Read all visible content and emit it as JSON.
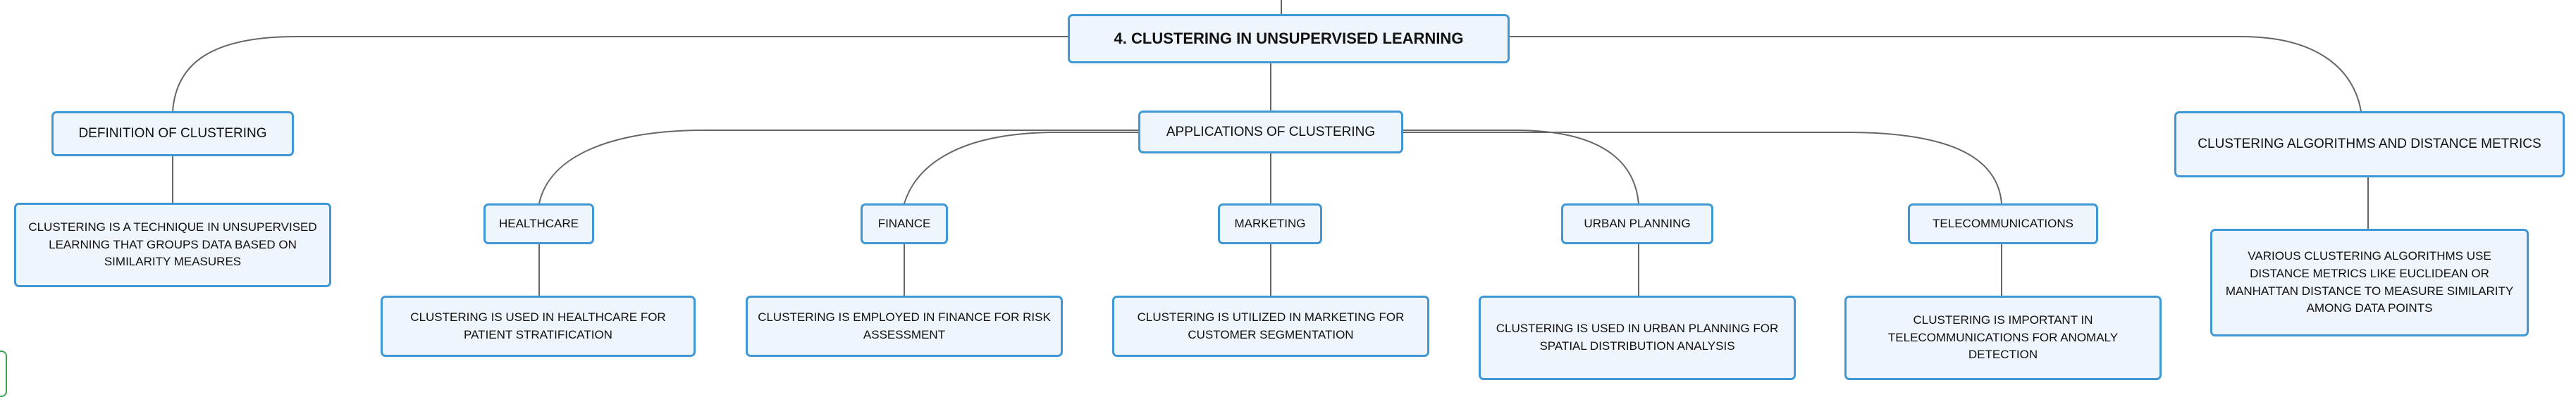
{
  "colors": {
    "node_border": "#3f97d4",
    "node_fill": "#eef5fc",
    "connector": "#666666",
    "edge_marker": "#3aa24c"
  },
  "mindmap": {
    "root": {
      "label": "4. CLUSTERING IN UNSUPERVISED LEARNING"
    },
    "definition": {
      "label": "DEFINITION OF CLUSTERING",
      "detail": "CLUSTERING IS A TECHNIQUE IN UNSUPERVISED LEARNING THAT GROUPS DATA BASED ON SIMILARITY MEASURES"
    },
    "applications": {
      "label": "APPLICATIONS OF CLUSTERING",
      "healthcare": {
        "label": "HEALTHCARE",
        "detail": "CLUSTERING IS USED IN HEALTHCARE FOR PATIENT STRATIFICATION"
      },
      "finance": {
        "label": "FINANCE",
        "detail": "CLUSTERING IS EMPLOYED IN FINANCE FOR RISK ASSESSMENT"
      },
      "marketing": {
        "label": "MARKETING",
        "detail": "CLUSTERING IS UTILIZED IN MARKETING FOR CUSTOMER SEGMENTATION"
      },
      "urban_planning": {
        "label": "URBAN PLANNING",
        "detail": "CLUSTERING IS USED IN URBAN PLANNING FOR SPATIAL DISTRIBUTION ANALYSIS"
      },
      "telecommunications": {
        "label": "TELECOMMUNICATIONS",
        "detail": "CLUSTERING IS IMPORTANT IN TELECOMMUNICATIONS FOR ANOMALY DETECTION"
      }
    },
    "algorithms": {
      "label": "CLUSTERING ALGORITHMS AND DISTANCE METRICS",
      "detail": "VARIOUS CLUSTERING ALGORITHMS USE DISTANCE METRICS LIKE EUCLIDEAN OR MANHATTAN DISTANCE TO MEASURE SIMILARITY AMONG DATA POINTS"
    }
  }
}
